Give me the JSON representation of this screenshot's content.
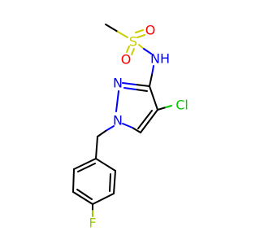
{
  "molecule": {
    "atoms": {
      "sulfonyl_o1": {
        "symbol": "O"
      },
      "sulfonyl_o2": {
        "symbol": "O"
      },
      "sulfur": {
        "symbol": "S"
      },
      "sulfonamide_nh": {
        "symbol": "NH"
      },
      "pyrazole_n2": {
        "symbol": "N"
      },
      "pyrazole_n1": {
        "symbol": "N"
      },
      "chlorine": {
        "symbol": "Cl"
      },
      "fluorine": {
        "symbol": "F"
      }
    },
    "colors": {
      "oxygen": "#ff0000",
      "sulfur": "#cccc00",
      "nitrogen": "#0000ff",
      "chlorine": "#00cc00",
      "fluorine": "#99cc00",
      "bond": "#000000"
    }
  }
}
